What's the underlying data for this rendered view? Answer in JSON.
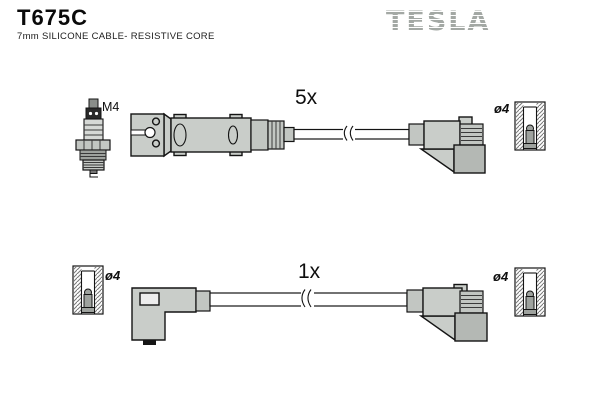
{
  "header": {
    "part_number": "T675C",
    "subtitle": "7mm SILICONE CABLE- RESISTIVE CORE",
    "brand": "TESLA"
  },
  "diagram": {
    "top_cable": {
      "quantity_label": "5x",
      "spark_plug_thread_label": "M4",
      "terminal_diameter_label": "ø4"
    },
    "bottom_cable": {
      "quantity_label": "1x",
      "left_terminal_diameter_label": "ø4",
      "right_terminal_diameter_label": "ø4"
    }
  },
  "colors": {
    "ink": "#141414",
    "part-gray": "#c9cdc9",
    "metal-gray": "#c2c6c2",
    "boot-gray": "#b4b8b4",
    "logo-gray": "#a3a8a4"
  }
}
